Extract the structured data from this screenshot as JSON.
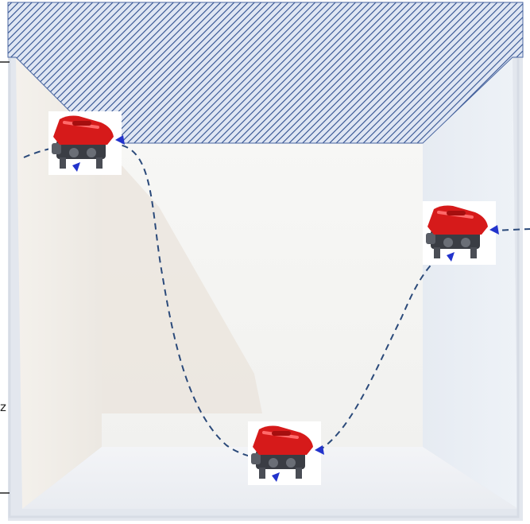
{
  "figure": {
    "vertical_axis_label": "z",
    "elements": [
      {
        "name": "surface-region",
        "fill_pattern": "diagonal-hatch",
        "color": "#2f4f8f"
      },
      {
        "name": "tank-walls",
        "color": "#f2f3f6"
      },
      {
        "name": "trajectory",
        "style": "dashed",
        "color": "#2b4a7a"
      }
    ],
    "rov_count": 3,
    "rov_colors": {
      "body": "#d61a1a",
      "frame": "#3a3d44",
      "thruster": "#2233cc"
    }
  }
}
